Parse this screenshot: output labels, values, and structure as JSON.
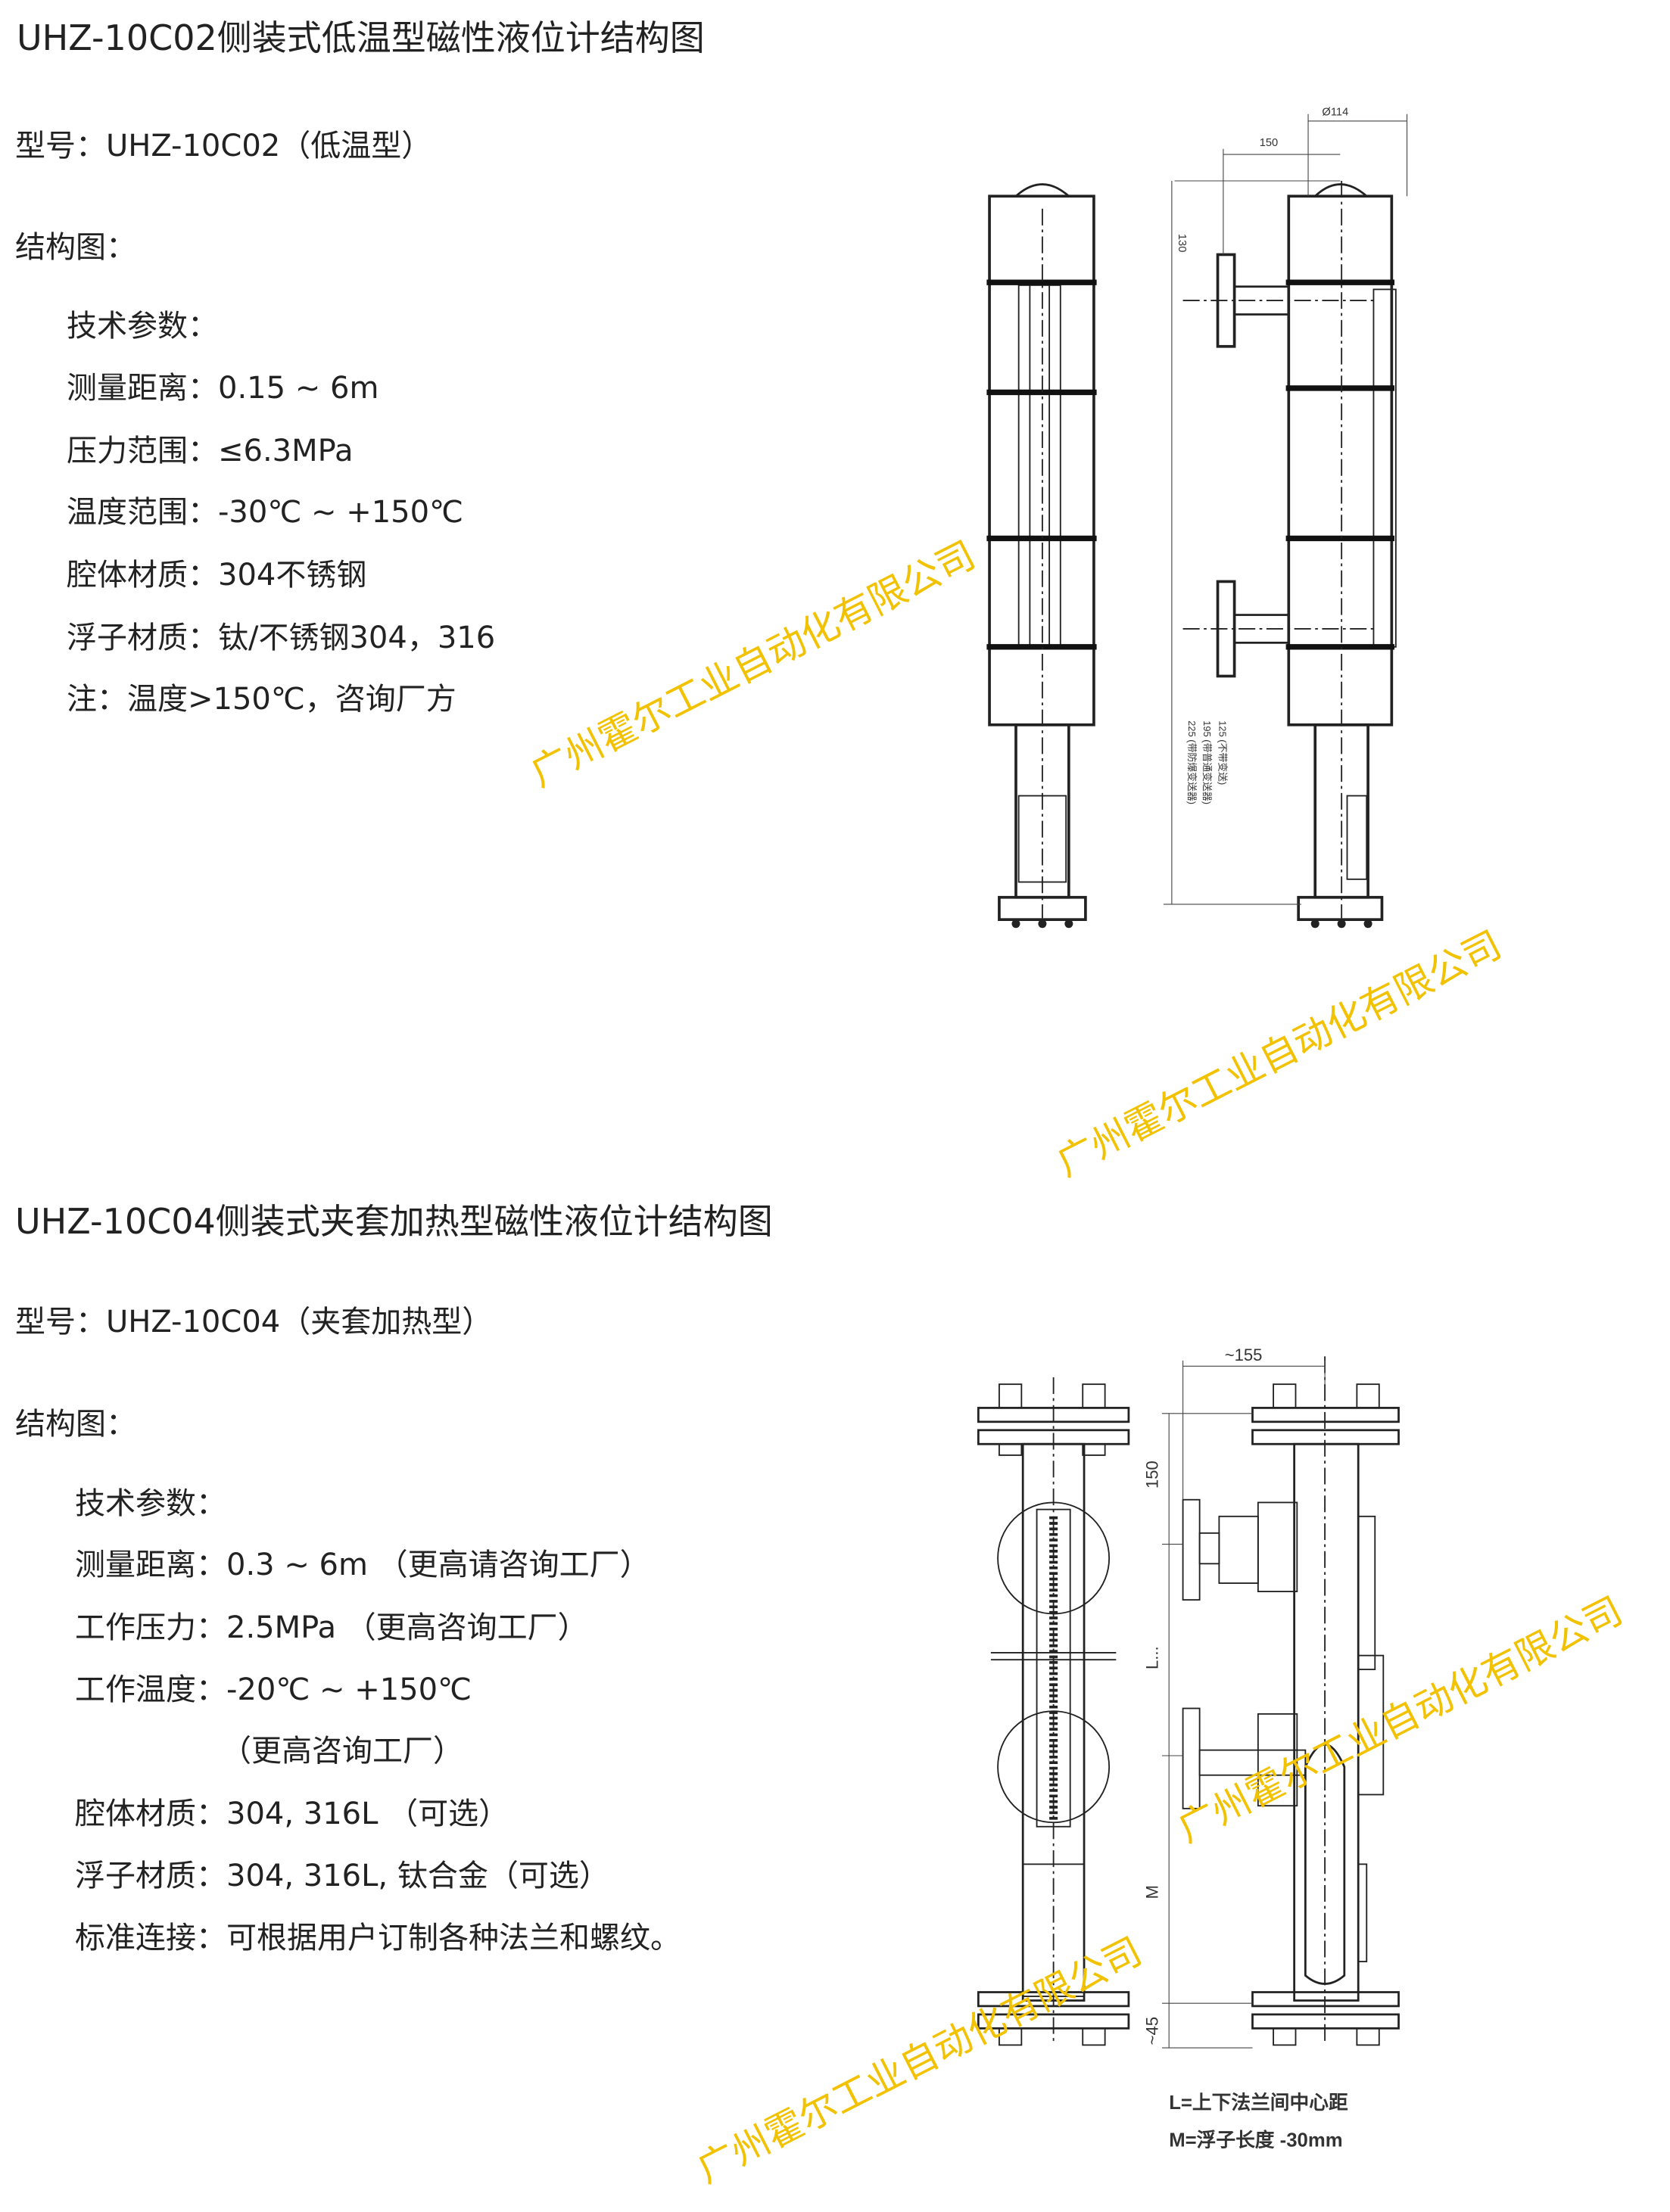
{
  "section1": {
    "title": "UHZ-10C02侧装式低温型磁性液位计结构图",
    "model": "型号：UHZ-10C02（低温型）",
    "structure_label": "结构图：",
    "params_title": "技术参数：",
    "params": [
      "测量距离：0.15 ~ 6m",
      "压力范围：≤6.3MPa",
      "温度范围：-30℃ ~ +150℃",
      "腔体材质：304不锈钢",
      "浮子材质：钛/不锈钢304，316",
      "注：温度>150℃，咨询厂方"
    ],
    "dimensions": {
      "diameter": "Ø114",
      "width": "150",
      "top": "130",
      "bottom_1": "125 (不带变送)",
      "bottom_2": "195 (带普通变送器)",
      "bottom_3": "225 (带防爆变送器)"
    }
  },
  "section2": {
    "title": "UHZ-10C04侧装式夹套加热型磁性液位计结构图",
    "model": "型号：UHZ-10C04（夹套加热型）",
    "structure_label": "结构图：",
    "params_title": "技术参数：",
    "params": [
      "测量距离：0.3 ~ 6m （更高请咨询工厂）",
      "工作压力：2.5MPa （更高咨询工厂）",
      "工作温度：-20℃ ~ +150℃",
      "（更高咨询工厂）",
      "腔体材质：304, 316L （可选）",
      "浮子材质：304, 316L, 钛合金（可选）",
      "标准连接：可根据用户订制各种法兰和螺纹。"
    ],
    "dimensions": {
      "width": "~155",
      "top": "150",
      "center": "L...",
      "float": "M",
      "bottom": "~45"
    },
    "notes": [
      "L=上下法兰间中心距",
      "M=浮子长度 -30mm"
    ]
  },
  "watermark": "广州霍尔工业自动化有限公司",
  "colors": {
    "watermark": "#f2c200",
    "text": "#222222"
  }
}
